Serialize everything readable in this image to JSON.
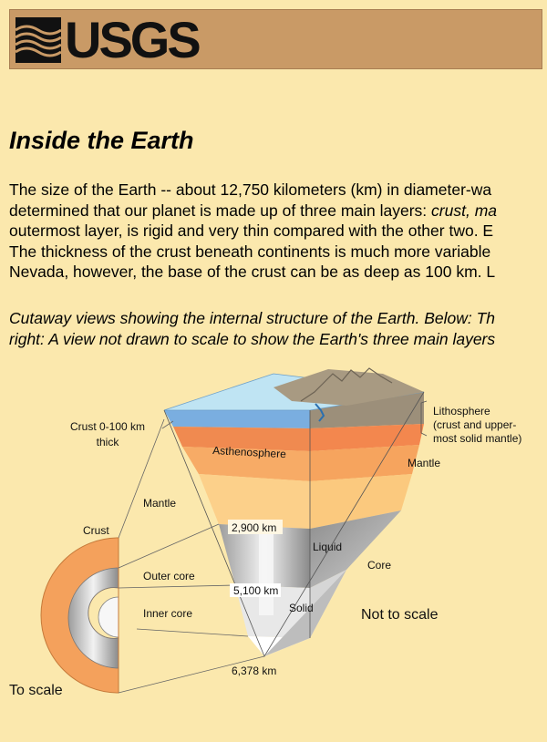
{
  "header": {
    "logo_text": "USGS"
  },
  "page_title": "Inside the Earth",
  "intro": {
    "line1": "The size of the Earth -- about 12,750 kilometers (km) in diameter-wa",
    "line2a": "determined that our planet is made up of three main layers: ",
    "line2b": "crust, ma",
    "line3": "outermost layer, is rigid and very thin compared with the other two. E",
    "line4": "The thickness of the crust beneath continents is much more variable",
    "line5": "Nevada, however, the base of the crust can be as deep as 100 km. L"
  },
  "caption": {
    "line1": "Cutaway views showing the internal structure of the Earth. Below: Th",
    "line2": "right: A view not drawn to scale to show the Earth's three main layers"
  },
  "figure": {
    "crust_thickness_label_1": "Crust 0-100 km",
    "crust_thickness_label_2": "thick",
    "asthenosphere": "Asthenosphere",
    "lithosphere_1": "Lithosphere",
    "lithosphere_2": "(crust and upper-",
    "lithosphere_3": "most solid mantle)",
    "mantle_left": "Mantle",
    "mantle_right": "Mantle",
    "crust": "Crust",
    "depth_1": "2,900 km",
    "liquid": "Liquid",
    "core": "Core",
    "outer_core": "Outer core",
    "depth_2": "5,100 km",
    "solid": "Solid",
    "inner_core": "Inner core",
    "not_to_scale": "Not to scale",
    "depth_3": "6,378 km",
    "to_scale": "To scale"
  }
}
